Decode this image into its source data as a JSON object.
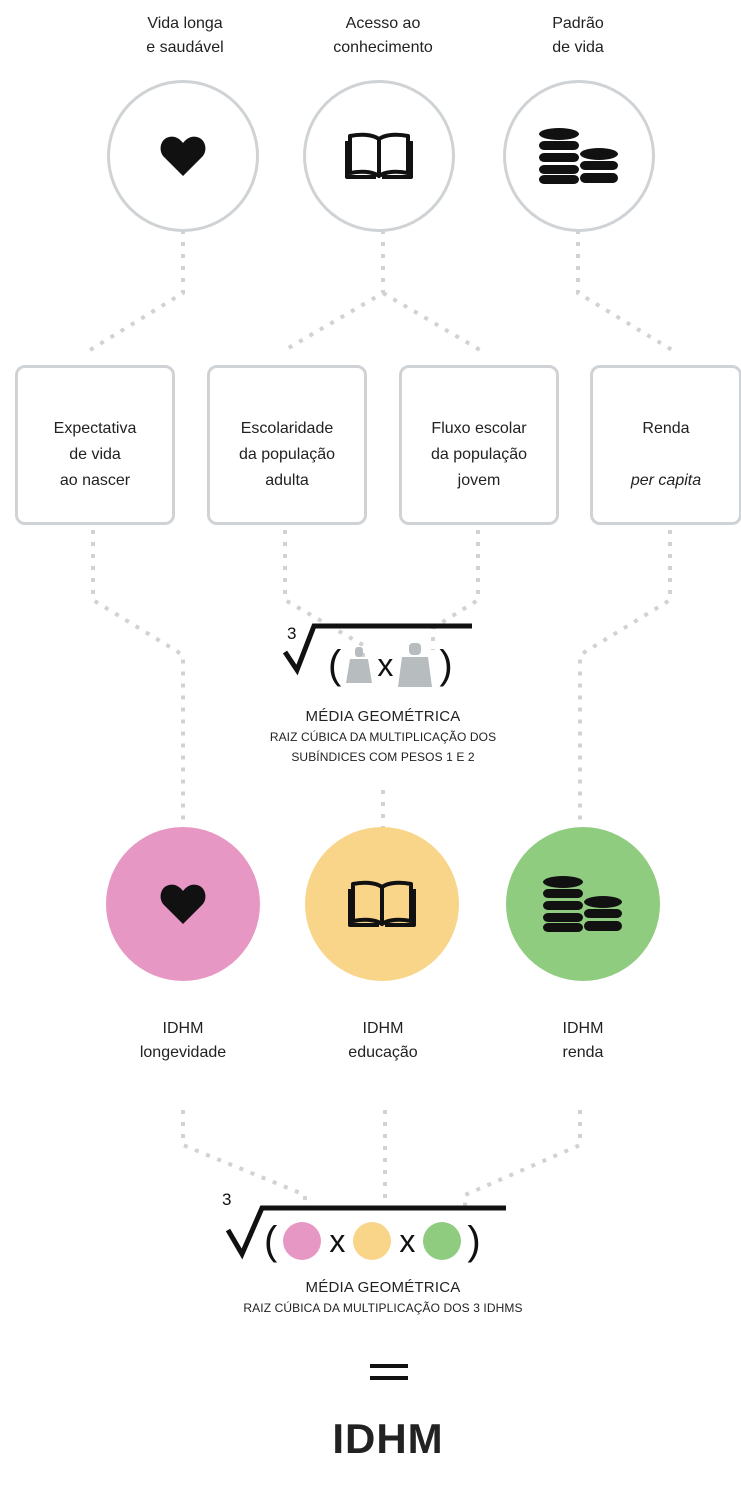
{
  "dimensions": [
    {
      "label": "Vida longa\ne saudável",
      "icon": "heart-icon"
    },
    {
      "label": "Acesso ao\nconhecimento",
      "icon": "book-icon"
    },
    {
      "label": "Padrão\nde vida",
      "icon": "coins-icon"
    }
  ],
  "indicators": [
    {
      "line1": "Expectativa\nde vida\nao nascer",
      "line2": ""
    },
    {
      "line1": "Escolaridade\nda população\nadulta",
      "line2": ""
    },
    {
      "line1": "Fluxo escolar\nda população\njovem",
      "line2": ""
    },
    {
      "line1": "Renda",
      "line2": "per capita"
    }
  ],
  "education_formula": {
    "index": "3",
    "open": "(",
    "times": "x",
    "close": ")",
    "title": "MÉDIA GEOMÉTRICA",
    "subtitle_line1": "RAIZ CÚBICA DA MULTIPLICAÇÃO DOS",
    "subtitle_line2": "SUBÍNDICES COM PESOS 1 E 2",
    "weight_icon": "weight-icon"
  },
  "subindices": [
    {
      "label": "IDHM\nlongevidade",
      "icon": "heart-icon",
      "color": "#e697c3"
    },
    {
      "label": "IDHM\neducação",
      "icon": "book-icon",
      "color": "#f9d58a"
    },
    {
      "label": "IDHM\nrenda",
      "icon": "coins-icon",
      "color": "#8fcc80"
    }
  ],
  "final_formula": {
    "index": "3",
    "open": "(",
    "times": "x",
    "close": ")",
    "title": "MÉDIA GEOMÉTRICA",
    "subtitle": "RAIZ CÚBICA DA MULTIPLICAÇÃO DOS 3 IDHMS"
  },
  "equals": "=",
  "result": "IDHM",
  "colors": {
    "outline": "#cfd3d6",
    "dots": "#cfd3d6",
    "weight": "#b7bcbf",
    "pink": "#e697c3",
    "yellow": "#f9d58a",
    "green": "#8fcc80"
  }
}
